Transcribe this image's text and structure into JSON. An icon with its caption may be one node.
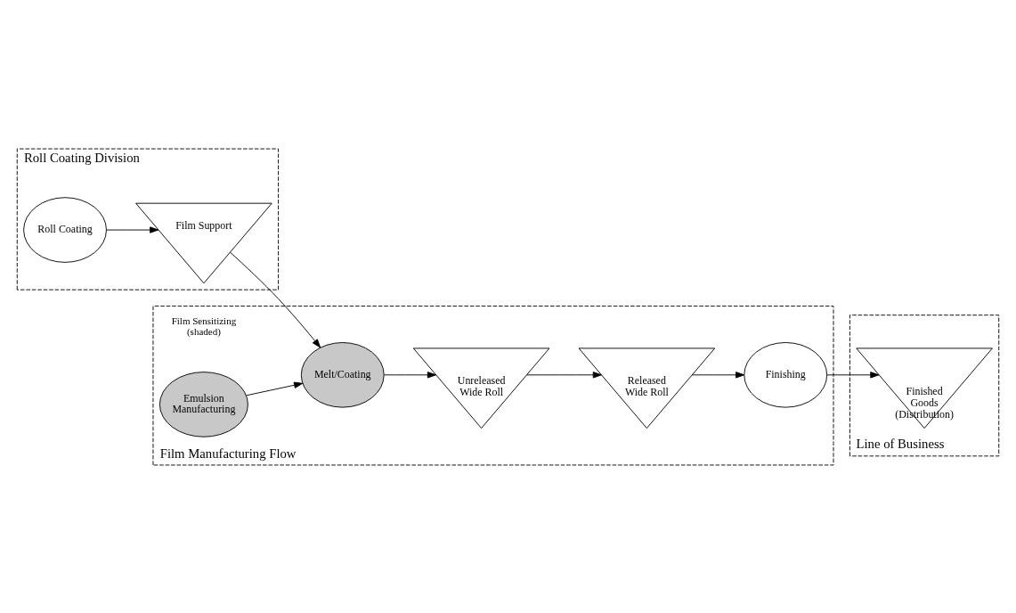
{
  "diagram": {
    "nodes": [
      {
        "text": [
          "Roll Coating Division"
        ]
      },
      {
        "text": [
          "Roll Coating"
        ],
        "in": 0
      },
      {
        "text": [
          "Film Support"
        ],
        "in": 0
      },
      {
        "text": [
          "Film Manufacturing Flow"
        ]
      },
      {
        "text": [
          "Melt/Coating"
        ],
        "in": 3
      },
      {
        "text": [
          "Unreleased Wide Roll"
        ],
        "in": 3
      },
      {
        "text": [
          "Released Wide Roll"
        ],
        "in": 3
      },
      {
        "text": [
          "Finishing"
        ],
        "in": 3
      },
      {
        "text": [
          "Emulsion Manufacturing"
        ],
        "in": 3
      },
      {
        "text": [
          "Line of Business"
        ]
      },
      {
        "text": [
          "Finished Goods (Distribution)"
        ],
        "in": 9
      }
    ],
    "edges": [
      {
        "from": 1,
        "to": 2,
        "arrow": "to"
      },
      {
        "from": 2,
        "to": 4,
        "arrow": "to"
      },
      {
        "from": 8,
        "to": 4,
        "arrow": "to"
      },
      {
        "from": 4,
        "to": 5,
        "arrow": "to"
      },
      {
        "from": 5,
        "to": 6,
        "arrow": "to"
      },
      {
        "from": 6,
        "to": 7,
        "arrow": "to"
      },
      {
        "from": 7,
        "to": 10,
        "arrow": "to"
      }
    ],
    "labels": [
      "Film Sensitizing (shaded)"
    ]
  }
}
